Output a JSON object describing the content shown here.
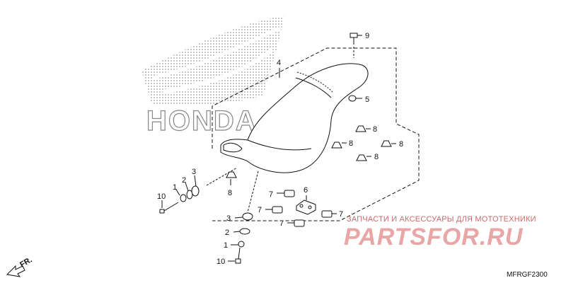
{
  "brand": {
    "logo_text": "HONDA"
  },
  "callouts": {
    "c4": "4",
    "c9": "9",
    "c5": "5",
    "c8a": "8",
    "c8b": "8",
    "c8c": "8",
    "c8d": "8",
    "c8e": "8",
    "c3a": "3",
    "c2a": "2",
    "c1a": "1",
    "c10a": "10",
    "c6": "6",
    "c7a": "7",
    "c7b": "7",
    "c7c": "7",
    "c7d": "7",
    "c3b": "3",
    "c2b": "2",
    "c1b": "1",
    "c10b": "10"
  },
  "direction_label": "FR.",
  "diagram_code": "MFRGF2300",
  "watermark": {
    "caption": "ЗАПЧАСТИ И АКСЕССУАРЫ ДЛЯ МОТОТЕХНИКИ",
    "logo": "PARTSFOR.RU"
  }
}
